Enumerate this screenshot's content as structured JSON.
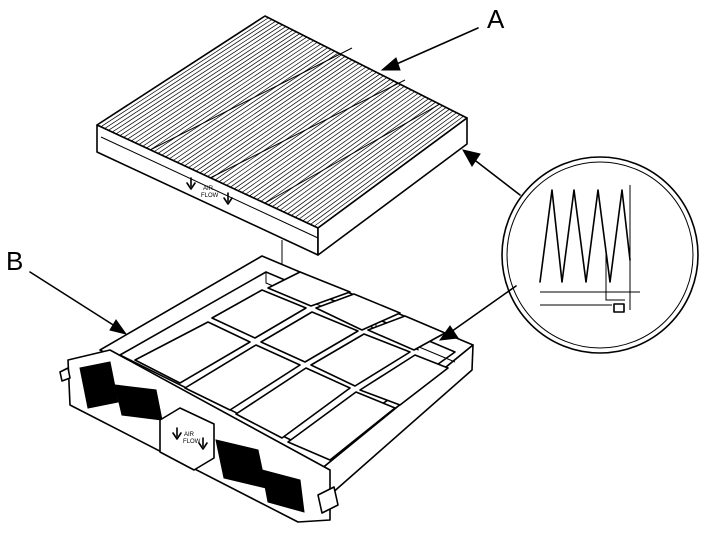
{
  "callouts": {
    "a": "A",
    "b": "B"
  },
  "filter_marking": {
    "line1": "AIR",
    "line2": "FLOW"
  },
  "colors": {
    "ink": "#000000",
    "paper": "#ffffff"
  }
}
